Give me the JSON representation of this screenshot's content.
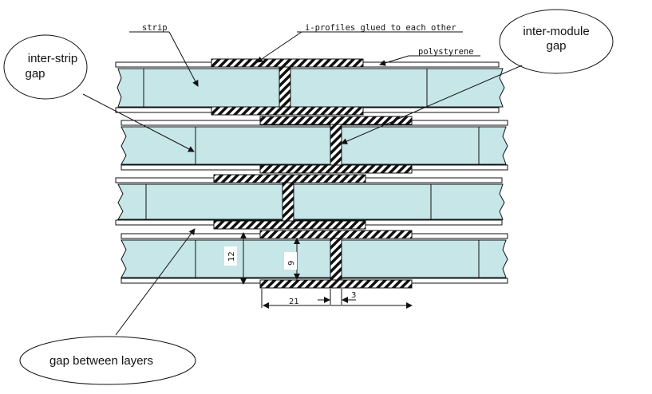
{
  "labels": {
    "strip": "strip",
    "i_profiles": "i-profiles glued to each other",
    "polystyrene": "polystyrene",
    "inter_module_gap_line1": "inter-module",
    "inter_module_gap_line2": "gap",
    "inter_strip_gap_line1": "inter-strip",
    "inter_strip_gap_line2": "gap",
    "gap_between_layers": "gap between layers"
  },
  "dimensions": {
    "height_outer": "12",
    "height_inner": "9",
    "width_flange": "21",
    "width_web": "3"
  },
  "colors": {
    "strip_fill": "#c6e6e8",
    "line": "#111111",
    "background": "#ffffff"
  }
}
